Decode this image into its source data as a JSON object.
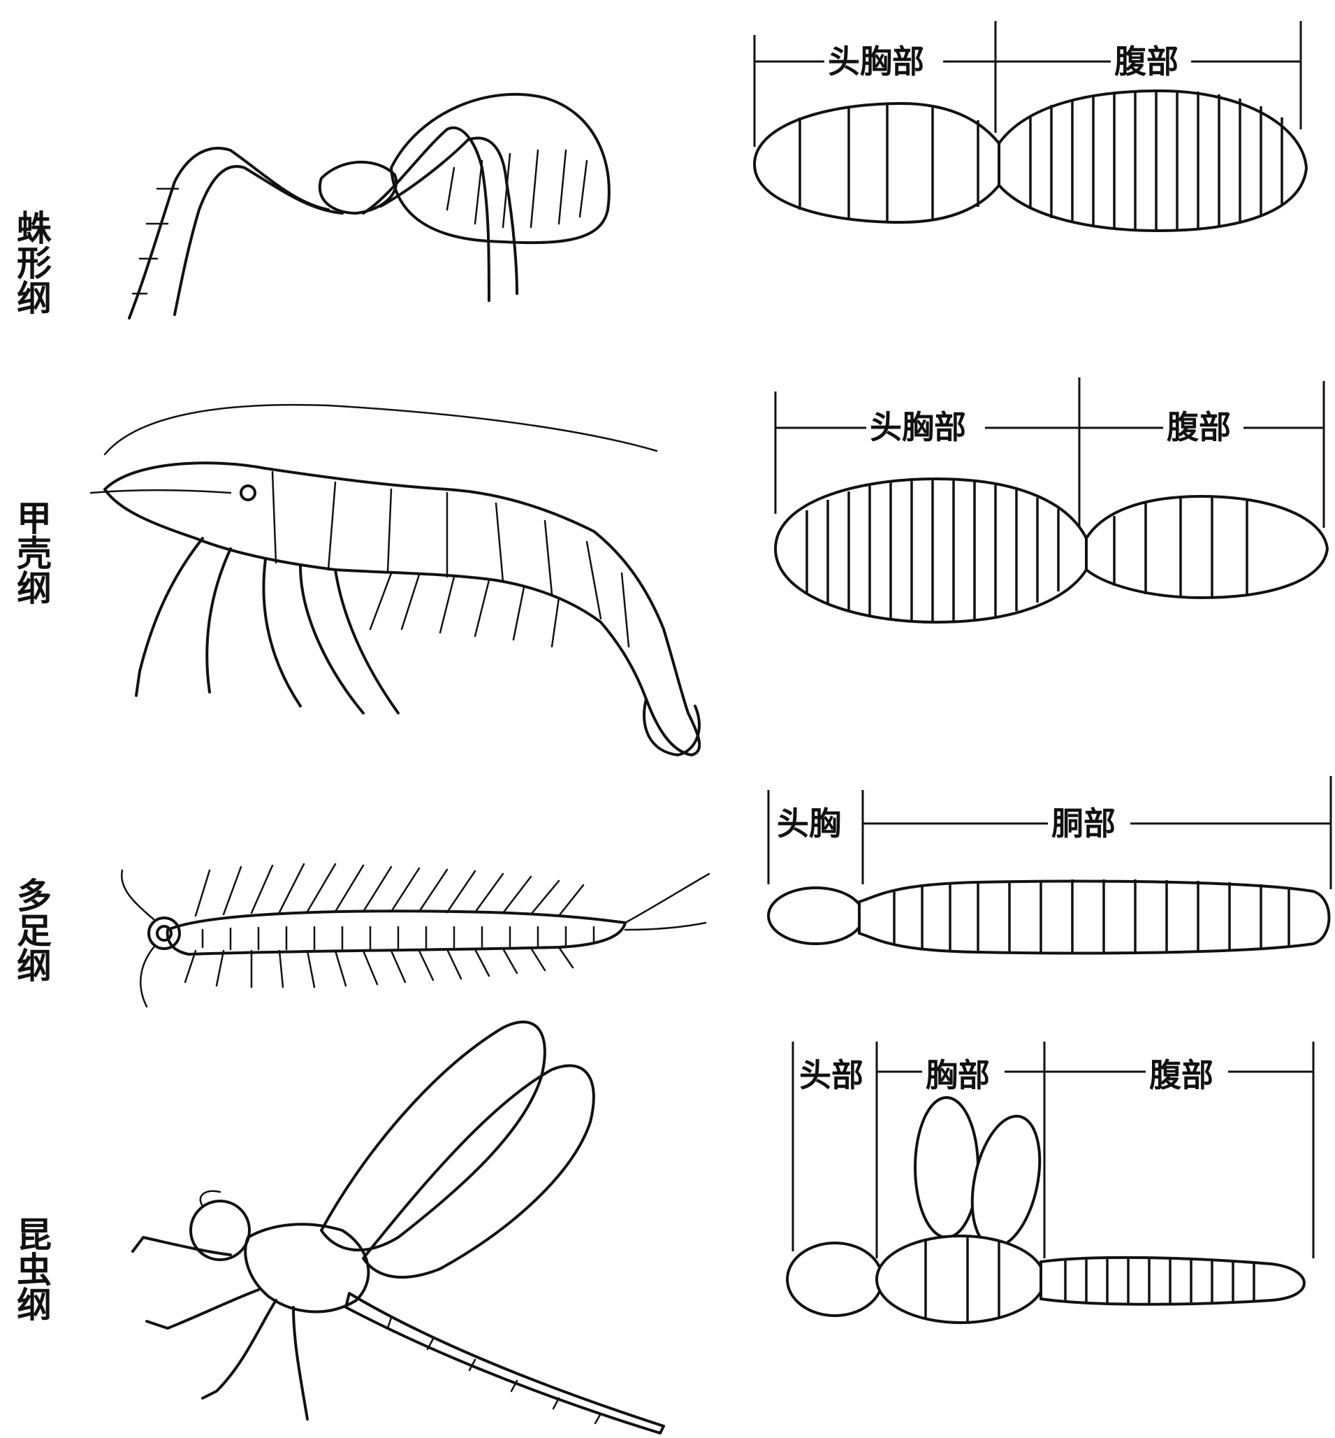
{
  "rows": [
    {
      "id": "arachnida",
      "class_name": "蛛形纲",
      "animal": "spider",
      "segments": [
        "头胸部",
        "腹部"
      ]
    },
    {
      "id": "crustacea",
      "class_name": "甲壳纲",
      "animal": "shrimp",
      "segments": [
        "头胸部",
        "腹部"
      ]
    },
    {
      "id": "myriapoda",
      "class_name": "多足纲",
      "animal": "centipede",
      "segments": [
        "头胸",
        "胴部"
      ]
    },
    {
      "id": "insecta",
      "class_name": "昆虫纲",
      "animal": "dragonfly",
      "segments": [
        "头部",
        "胸部",
        "腹部"
      ]
    }
  ],
  "colors": {
    "ink": "#111111",
    "paper": "#ffffff"
  }
}
